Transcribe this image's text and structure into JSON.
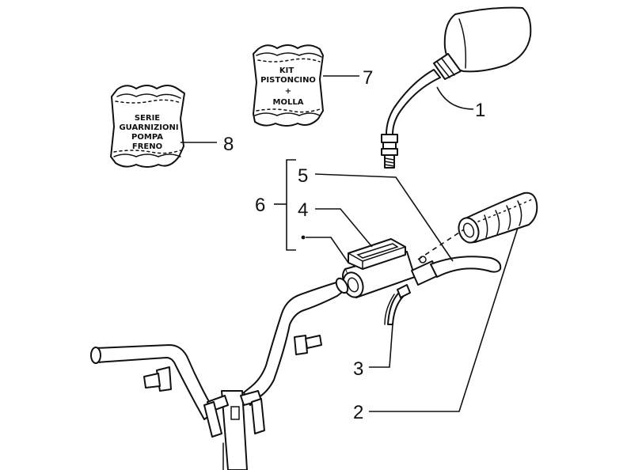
{
  "callouts": {
    "c1": "1",
    "c2": "2",
    "c3": "3",
    "c4": "4",
    "c5": "5",
    "c6": "6",
    "c7": "7",
    "c8": "8"
  },
  "packets": {
    "kit_line1": "KIT",
    "kit_line2": "PISTONCINO",
    "kit_line3": "+",
    "kit_line4": "MOLLA",
    "serie_line1": "SERIE",
    "serie_line2": "GUARNIZIONI",
    "serie_line3": "POMPA",
    "serie_line4": "FRENO"
  }
}
